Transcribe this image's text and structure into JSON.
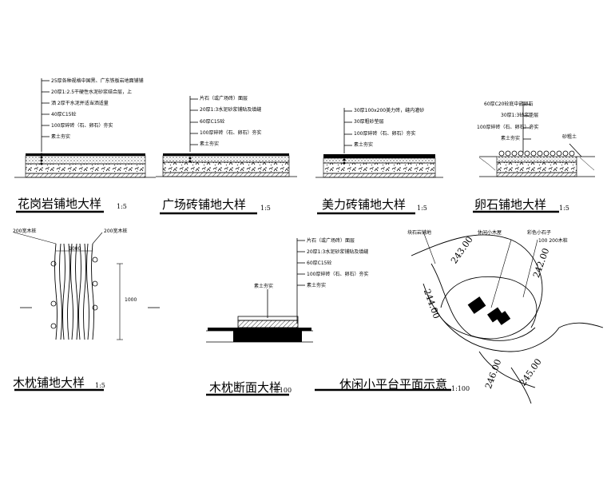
{
  "details": [
    {
      "id": "granite",
      "title": "花岗岩铺地大样",
      "scale": "1:5",
      "notes": [
        "25厚各种规格中国黑、广东铁板岩地面铺铺",
        "20厚1:2.5干硬性水泥砂浆结合层，上",
        "洒  2厚干水泥并适当洒适量",
        "40厚C15砼",
        "100厚碎砖（石、卵石）夯实",
        "素土夯实"
      ]
    },
    {
      "id": "plaza",
      "title": "广场砖铺地大样",
      "scale": "1:5",
      "notes": [
        "片石（或广场砖）面层",
        "20厚1:3水泥砂浆铺贴及填缝",
        "60厚C15砼",
        "100厚碎砖（石、卵石）夯实",
        "素土夯实"
      ]
    },
    {
      "id": "meili",
      "title": "美力砖铺地大样",
      "scale": "1:5",
      "notes": [
        "30厚100x200美力砖，缝内灌砂",
        "30厚粗砂垫层",
        "100厚碎砖（石、卵石）夯实",
        "素土夯实"
      ]
    },
    {
      "id": "pebble",
      "title": "卵石铺地大样",
      "scale": "1:5",
      "notes": [
        "60厚C20砼底中嵌卵石",
        "30厚1:3砂浆垫层",
        "100厚碎砖（石、卵石）夯实",
        "素土夯实"
      ],
      "side_note": "砂粗土"
    },
    {
      "id": "sleeper",
      "title": "木枕铺地大样",
      "scale": "1:5",
      "labels": {
        "left": "200宽木桩",
        "right": "200宽木桩",
        "width": "1000",
        "height": "1000"
      }
    },
    {
      "id": "section",
      "title": "木枕断面大样",
      "scale": "1:100",
      "notes": [
        "片石（或广场砖）面层",
        "20厚1:3水泥砂浆铺贴及填缝",
        "60厚C15砼",
        "100厚碎砖（石、卵石）夯实",
        "素土夯实"
      ],
      "side_note": "素土夯实"
    },
    {
      "id": "platform",
      "title": "休闲小平台平面示意",
      "scale": "1:100",
      "labels": {
        "l1": "块石岩铺地",
        "l2": "休闲小木屋",
        "l3": "彩色小石子",
        "l4": "100 200木桩"
      },
      "contours": [
        "243.00",
        "244.00",
        "242.00",
        "246.00",
        "245.00"
      ]
    }
  ]
}
